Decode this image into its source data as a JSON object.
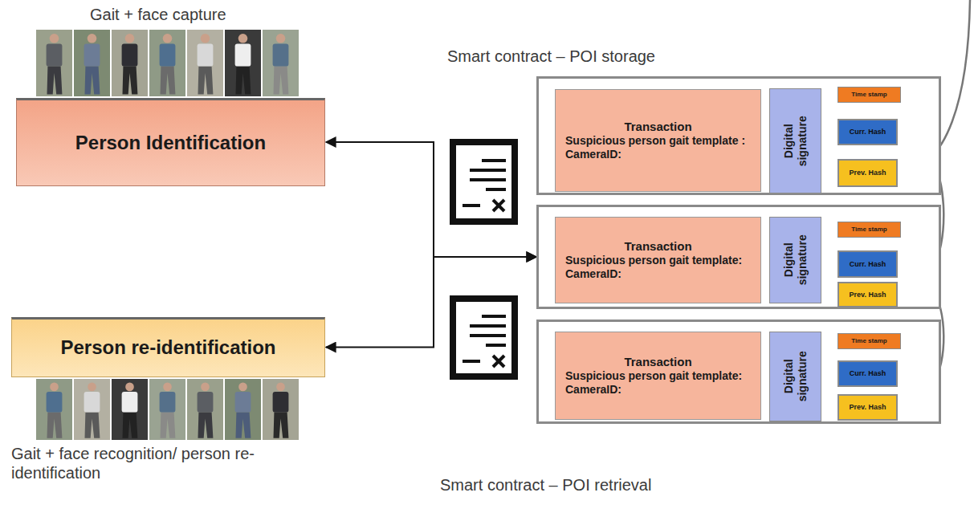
{
  "diagram": {
    "nodes": [
      {
        "text": [
          "Person Identification"
        ]
      },
      {
        "text": [
          "Person re-identification"
        ]
      },
      {
        "text": []
      },
      {
        "text": [
          "Transaction",
          "Suspicious person gait template :",
          "CameraID:"
        ],
        "in": 2
      },
      {
        "text": [
          "Digital signature"
        ],
        "in": 2
      },
      {
        "text": [
          "Time stamp"
        ],
        "in": 2
      },
      {
        "text": [
          "Curr. Hash"
        ],
        "in": 2
      },
      {
        "text": [
          "Prev. Hash"
        ],
        "in": 2
      },
      {
        "text": []
      },
      {
        "text": [
          "Transaction",
          "Suspicious person gait template:",
          "CameraID:"
        ],
        "in": 8
      },
      {
        "text": [
          "Digital signature"
        ],
        "in": 8
      },
      {
        "text": [
          "Time stamp"
        ],
        "in": 8
      },
      {
        "text": [
          "Curr. Hash"
        ],
        "in": 8
      },
      {
        "text": [
          "Prev. Hash"
        ],
        "in": 8
      },
      {
        "text": []
      },
      {
        "text": [
          "Transaction",
          "Suspicious person gait template:",
          "CameraID:"
        ],
        "in": 14
      },
      {
        "text": [
          "Digital signature"
        ],
        "in": 14
      },
      {
        "text": [
          "Time stamp"
        ],
        "in": 14
      },
      {
        "text": [
          "Curr. Hash"
        ],
        "in": 14
      },
      {
        "text": [
          "Prev. Hash"
        ],
        "in": 14
      }
    ],
    "edges": [
      {
        "from": 8,
        "to": 0,
        "arrow": "both"
      },
      {
        "from": 8,
        "to": 1,
        "arrow": "both"
      },
      {
        "from": 6,
        "to": 13,
        "arrow": "to"
      },
      {
        "from": 12,
        "to": 19,
        "arrow": "to"
      }
    ],
    "labels": [
      "Gait + face capture",
      "Smart contract – POI storage",
      "Smart contract – POI retrieval",
      "Gait + face recognition/ person re-identification"
    ]
  }
}
